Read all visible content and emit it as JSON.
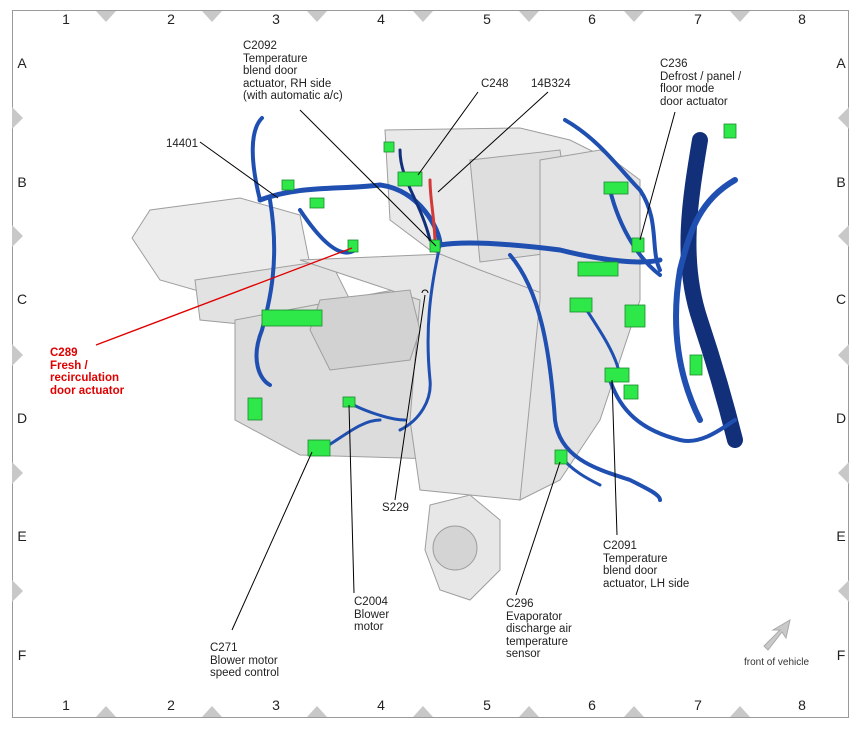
{
  "grid": {
    "columns": [
      "1",
      "2",
      "3",
      "4",
      "5",
      "6",
      "7",
      "8"
    ],
    "rows": [
      "A",
      "B",
      "C",
      "D",
      "E",
      "F"
    ]
  },
  "callouts": {
    "c2092": "C2092\nTemperature\nblend door\nactuator, RH side\n(with automatic a/c)",
    "c248": "C248",
    "p14b324": "14B324",
    "c236": "C236\nDefrost / panel /\nfloor mode\ndoor actuator",
    "p14401": "14401",
    "c289": "C289\nFresh /\nrecirculation\ndoor actuator",
    "s229": "S229",
    "c2091": "C2091\nTemperature\nblend door\nactuator, LH side",
    "c2004": "C2004\nBlower\nmotor",
    "c296": "C296\nEvaporator\ndischarge air\ntemperature\nsensor",
    "c271": "C271\nBlower motor\nspeed control"
  },
  "front_of_vehicle": "front of vehicle",
  "colors": {
    "harness": "#1f4fb0",
    "harness_dark": "#12307a",
    "connector": "#2ee84a",
    "housing": "#e6e6e6",
    "housing_edge": "#9e9e9e",
    "highlight": "#e00000",
    "red_wire": "#d23a3a"
  }
}
